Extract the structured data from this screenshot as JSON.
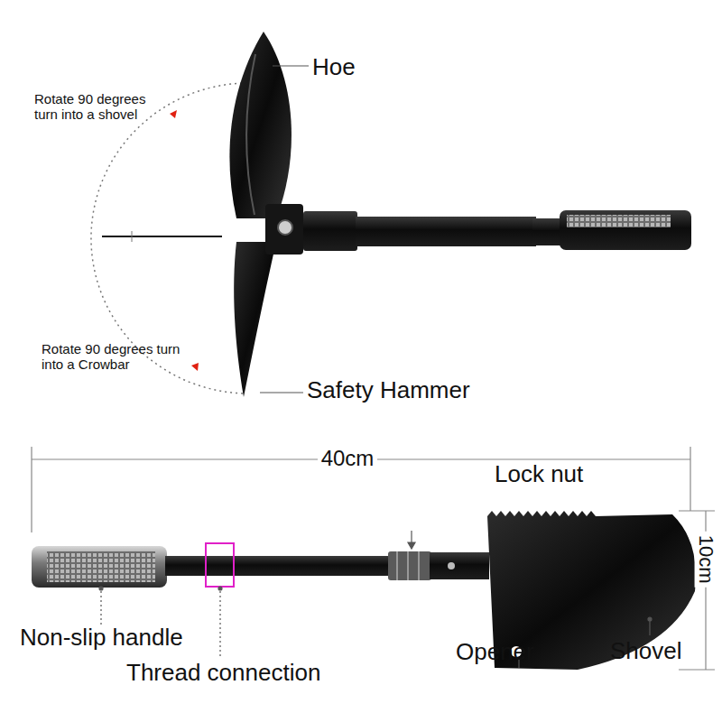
{
  "diagram": {
    "labels": [
      "Hoe",
      "Rotate 90 degrees turn into a shovel",
      "Rotate 90 degrees turn into a Crowbar",
      "Safety Hammer",
      "40cm",
      "Lock nut",
      "10cm",
      "Non-slip handle",
      "Thread connection",
      "Opener",
      "Shovel"
    ]
  }
}
